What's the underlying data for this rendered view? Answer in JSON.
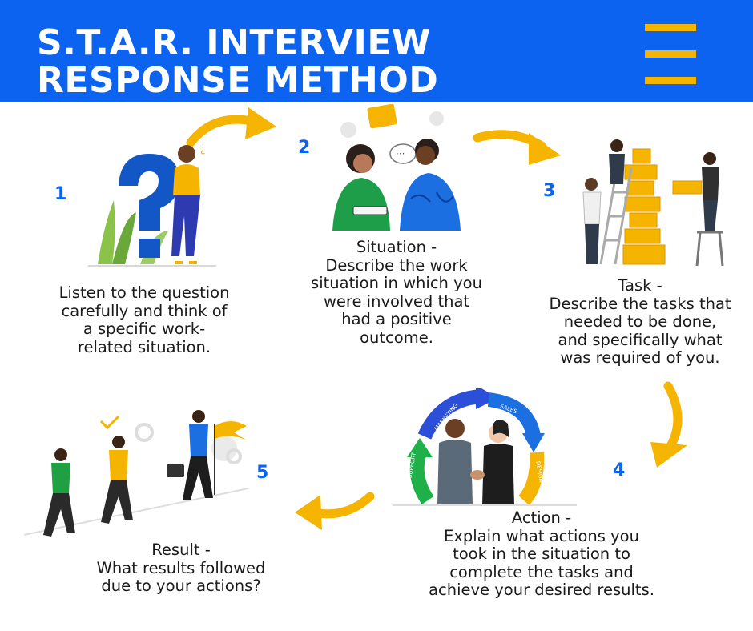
{
  "header": {
    "title_line1": "S.T.A.R. INTERVIEW",
    "title_line2": "RESPONSE METHOD"
  },
  "colors": {
    "header_bg": "#0b63f0",
    "accent_yellow": "#f5b400",
    "step_number": "#0b63f0",
    "text": "#1a1a1a"
  },
  "icons": [
    "menu-icon",
    "arrow-icon"
  ],
  "steps": [
    {
      "number": "1",
      "lines": [
        "Listen to the question",
        "carefully and think of",
        "a specific work-",
        "related situation."
      ]
    },
    {
      "number": "2",
      "lines": [
        "Situation -",
        "Describe the work",
        "situation in which you",
        "were involved that",
        "had a positive",
        "outcome."
      ]
    },
    {
      "number": "3",
      "lines": [
        "Task -",
        "Describe the tasks that",
        "needed to be done,",
        "and specifically what",
        "was required of you."
      ]
    },
    {
      "number": "4",
      "lines": [
        "Action -",
        "Explain what actions you",
        "took in the situation to",
        "complete the tasks and",
        "achieve your desired results."
      ]
    },
    {
      "number": "5",
      "lines": [
        "Result -",
        "What results followed",
        "due to your actions?"
      ]
    }
  ],
  "illustration_labels": {
    "marketing": "MARKETING",
    "sales": "SALES",
    "design": "DESIGN",
    "support": "SUPPORT"
  }
}
